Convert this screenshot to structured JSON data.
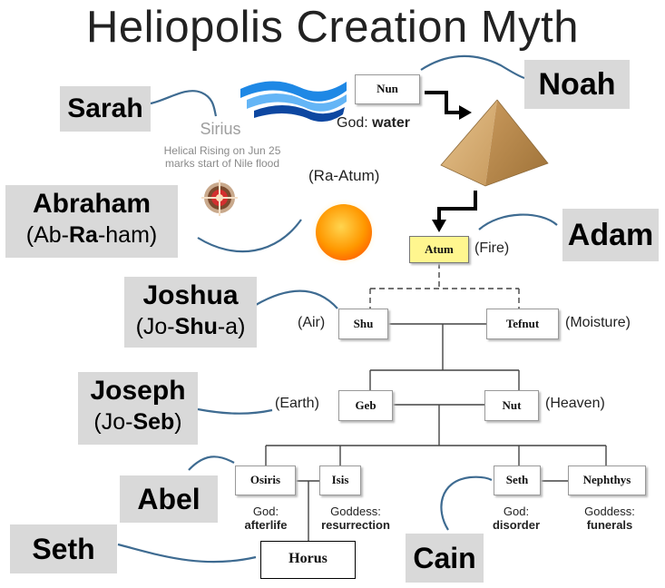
{
  "title": "Heliopolis Creation Myth",
  "people": {
    "sarah": "Sarah",
    "noah": "Noah",
    "abraham": "Abraham",
    "abraham_sub_pre": "(Ab-",
    "abraham_sub_bold": "Ra",
    "abraham_sub_post": "-ham)",
    "adam": "Adam",
    "joshua": "Joshua",
    "joshua_sub_pre": "(Jo-",
    "joshua_sub_bold": "Shu",
    "joshua_sub_post": "-a)",
    "joseph": "Joseph",
    "joseph_sub_pre": "(Jo-",
    "joseph_sub_bold": "Seb",
    "joseph_sub_post": ")",
    "abel": "Abel",
    "seth": "Seth",
    "cain": "Cain"
  },
  "sirius": {
    "name": "Sirius",
    "line1": "Helical Rising on Jun 25",
    "line2": "marks start of Nile flood"
  },
  "nun": {
    "name": "Nun",
    "caption_pre": "God: ",
    "caption_bold": "water"
  },
  "ra_atum": "(Ra-Atum)",
  "gods": {
    "atum": "Atum",
    "atum_attr": "(Fire)",
    "shu": "Shu",
    "shu_attr": "(Air)",
    "tefnut": "Tefnut",
    "tefnut_attr": "(Moisture)",
    "geb": "Geb",
    "geb_attr": "(Earth)",
    "nut": "Nut",
    "nut_attr": "(Heaven)",
    "osiris": "Osiris",
    "isis": "Isis",
    "seth": "Seth",
    "nephthys": "Nephthys",
    "horus": "Horus"
  },
  "captions": {
    "osiris_1": "God:",
    "osiris_2": "afterlife",
    "isis_1": "Goddess:",
    "isis_2": "resurrection",
    "seth_1": "God:",
    "seth_2": "disorder",
    "nephthys_1": "Goddess:",
    "nephthys_2": "funerals"
  },
  "colors": {
    "label_bg": "#d9d9d9",
    "atum_fill": "#fff68f",
    "curve": "#3e6b91",
    "water": "#1e88e5",
    "sun": "#ff9800"
  }
}
